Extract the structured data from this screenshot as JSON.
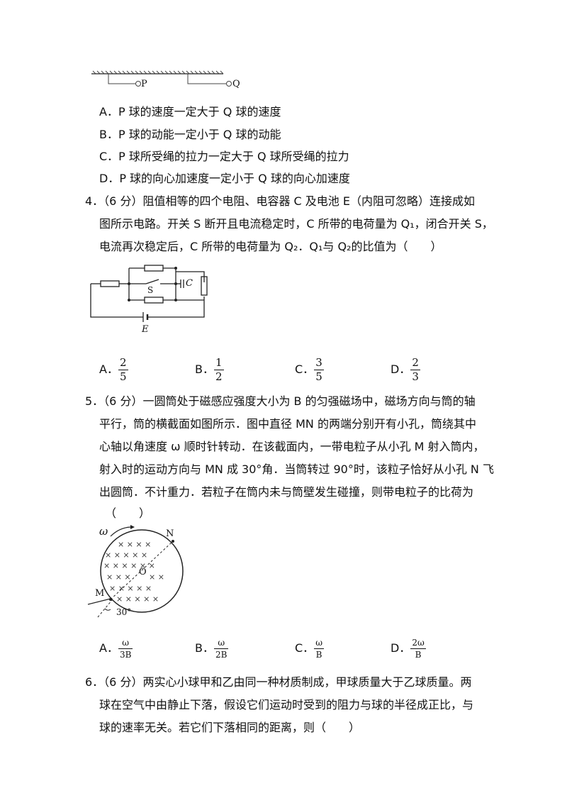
{
  "q3": {
    "label_p": "P",
    "label_q": "Q",
    "options": [
      "A．P 球的速度一定大于 Q 球的速度",
      "B．P 球的动能一定小于 Q 球的动能",
      "C．P 球所受绳的拉力一定大于 Q 球所受绳的拉力",
      "D．P 球的向心加速度一定小于 Q 球的向心加速度"
    ]
  },
  "q4": {
    "lines": [
      "4．（6 分）阻值相等的四个电阻、电容器 C 及电池 E（内阻可忽略）连接成如",
      "图所示电路。开关 S 断开且电流稳定时，C 所带的电荷量为 Q₁，闭合开关 S，",
      "电流再次稳定后，C 所带的电荷量为 Q₂．Q₁与 Q₂的比值为（　　）"
    ],
    "fig": {
      "switch": "S",
      "capacitor": "C",
      "battery": "E"
    },
    "options": [
      {
        "label": "A．",
        "num": "2",
        "den": "5"
      },
      {
        "label": "B．",
        "num": "1",
        "den": "2"
      },
      {
        "label": "C．",
        "num": "3",
        "den": "5"
      },
      {
        "label": "D．",
        "num": "2",
        "den": "3"
      }
    ]
  },
  "q5": {
    "lines": [
      "5．（6 分）一圆筒处于磁感应强度大小为 B 的匀强磁场中，磁场方向与筒的轴",
      "平行，筒的横截面如图所示．图中直径 MN 的两端分别开有小孔，筒绕其中",
      "心轴以角速度 ω 顺时针转动．在该截面内，一带电粒子从小孔 M 射入筒内，",
      "射入时的运动方向与 MN 成 30°角．当筒转过 90°时，该粒子恰好从小孔 N 飞",
      "出圆筒．不计重力．若粒子在筒内未与筒壁发生碰撞，则带电粒子的比荷为",
      "（　　）"
    ],
    "fig": {
      "omega": "ω",
      "n": "N",
      "o": "O",
      "m": "M",
      "angle": "30°"
    },
    "options": [
      {
        "label": "A．",
        "num": "ω",
        "den": "3B"
      },
      {
        "label": "B．",
        "num": "ω",
        "den": "2B"
      },
      {
        "label": "C．",
        "num": "ω",
        "den": "B"
      },
      {
        "label": "D．",
        "num": "2ω",
        "den": "B"
      }
    ]
  },
  "q6": {
    "lines": [
      "6．（6 分）两实心小球甲和乙由同一种材质制成，甲球质量大于乙球质量。两",
      "球在空气中由静止下落，假设它们运动时受到的阻力与球的半径成正比，与",
      "球的速率无关。若它们下落相同的距离，则（　　）"
    ]
  }
}
